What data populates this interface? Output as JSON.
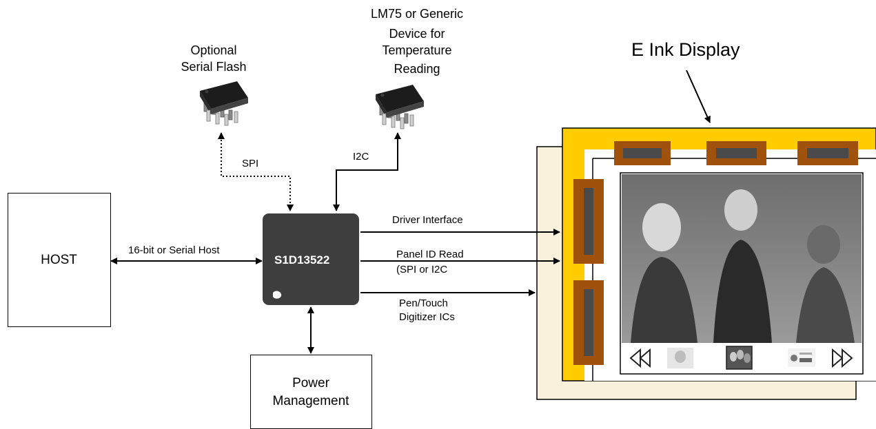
{
  "diagram": {
    "host_label": "HOST",
    "host_link_label": "16-bit or Serial Host",
    "controller_label": "S1D13522",
    "power_label_line1": "Power",
    "power_label_line2": "Management",
    "flash_label_line1": "Optional",
    "flash_label_line2": "Serial Flash",
    "spi_label": "SPI",
    "temp_label_line1": "LM75 or Generic",
    "temp_label_line2": "Device for",
    "temp_label_line3": "Temperature",
    "temp_label_line4": "Reading",
    "i2c_label": "I2C",
    "driver_interface_label": "Driver Interface",
    "panel_id_label_line1": "Panel ID Read",
    "panel_id_label_line2": "(SPI or I2C",
    "pen_touch_label_line1": "Pen/Touch",
    "pen_touch_label_line2": "Digitizer ICs",
    "display_label": "E Ink Display"
  },
  "colors": {
    "chip_fill": "#3e3e3e",
    "chip_text": "#ffffff",
    "frame_yellow": "#ffcc00",
    "connector_brown": "#a0520c",
    "connector_inner": "#4a4a4a",
    "backing_panel": "#faf1dc",
    "screen_gray": "#8a8a8a"
  },
  "icons": [
    "ic-chip-icon",
    "rewind-icon",
    "fast-forward-icon",
    "photo-thumbnail-icon"
  ]
}
